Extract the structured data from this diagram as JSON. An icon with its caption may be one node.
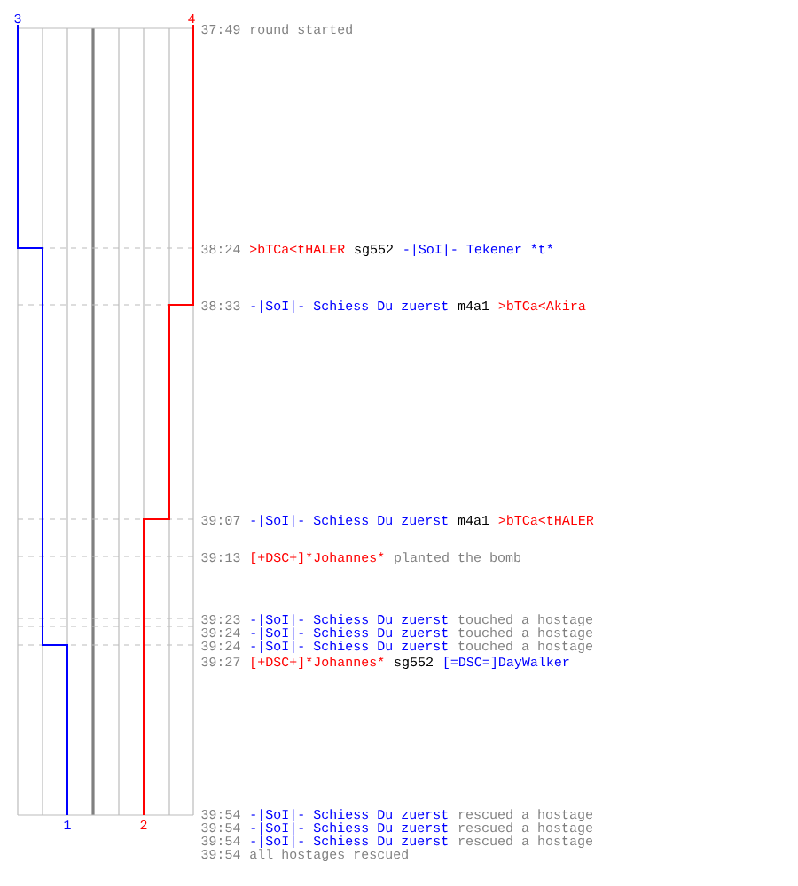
{
  "diagram": {
    "labels": [
      "3",
      "4",
      "37:49",
      "round started",
      "38:24",
      ">bTCa<tHALER",
      "sg552",
      "-|SoI|- Tekener *t*",
      "38:33",
      "-|SoI|- Schiess Du zuerst",
      "m4a1",
      ">bTCa<Akira",
      "39:07",
      "-|SoI|- Schiess Du zuerst",
      "m4a1",
      ">bTCa<tHALER",
      "39:13",
      "[+DSC+]*Johannes*",
      "planted the bomb",
      "39:23",
      "-|SoI|- Schiess Du zuerst",
      "touched a hostage",
      "39:24",
      "-|SoI|- Schiess Du zuerst",
      "touched a hostage",
      "39:24",
      "-|SoI|- Schiess Du zuerst",
      "touched a hostage",
      "39:27",
      "[+DSC+]*Johannes*",
      "sg552",
      "[=DSC=]DayWalker",
      "1",
      "2",
      "39:54",
      "-|SoI|- Schiess Du zuerst",
      "rescued a hostage",
      "39:54",
      "-|SoI|- Schiess Du zuerst",
      "rescued a hostage",
      "39:54",
      "-|SoI|- Schiess Du zuerst",
      "rescued a hostage",
      "39:54",
      "all hostages rescued"
    ]
  }
}
